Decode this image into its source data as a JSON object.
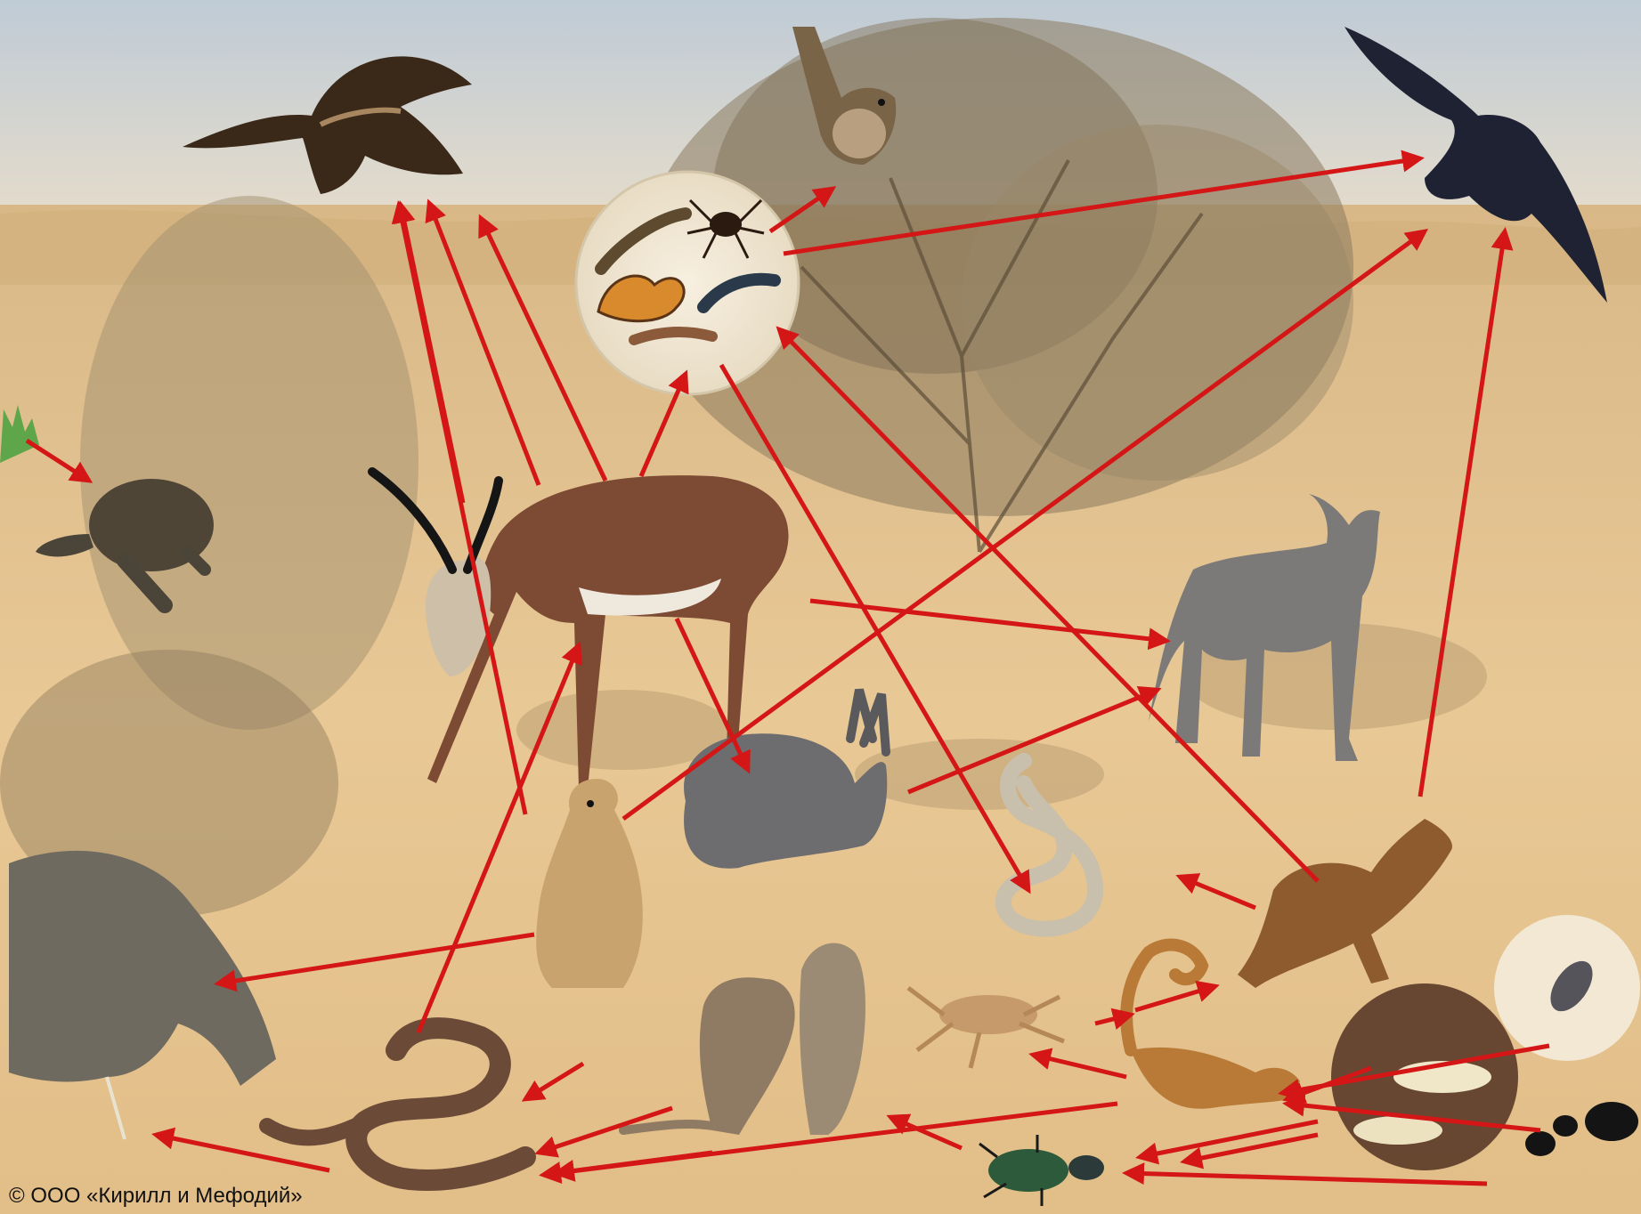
{
  "credit": "© ООО «Кирилл и Мефодий»",
  "colors": {
    "sky_top": "#c3ced8",
    "sky_bottom": "#e3dccb",
    "ground": "#e6c58e",
    "ground_dark": "#c9a06a",
    "shrub": "#8a7a5e",
    "arrow": "#d41616"
  },
  "organisms": [
    "grass-plant",
    "saxaul-shrub",
    "insects-group",
    "eagle",
    "sparrow",
    "raven",
    "tortoise",
    "gazelle",
    "jackal",
    "hare",
    "ground-squirrel",
    "monitor-lizard",
    "whip-snake",
    "agama-lizard",
    "viper",
    "gerbils",
    "solpugid",
    "scorpion",
    "ground-beetle",
    "termites",
    "woodlouse",
    "ant"
  ]
}
